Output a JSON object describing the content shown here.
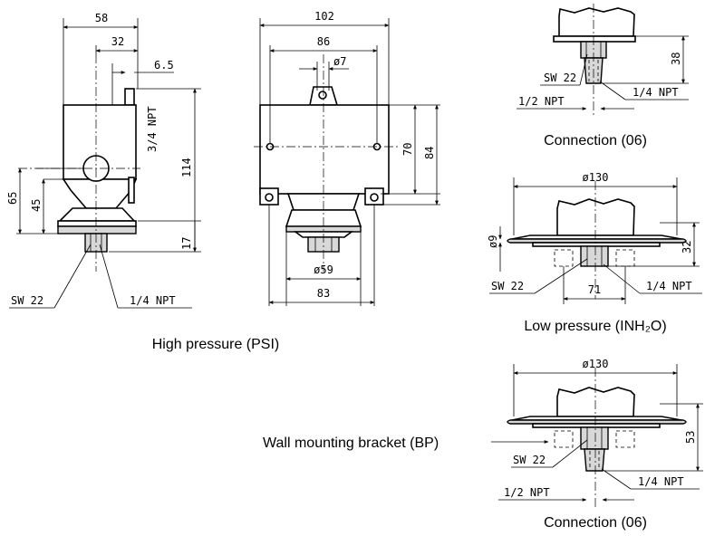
{
  "side_view": {
    "dim_58": "58",
    "dim_32": "32",
    "dim_6_5": "6.5",
    "dim_3_4_npt": "3/4 NPT",
    "dim_65": "65",
    "dim_45": "45",
    "dim_114": "114",
    "dim_17": "17",
    "sw_label": "SW 22",
    "thread_label": "1/4  NPT"
  },
  "front_view": {
    "dim_102": "102",
    "dim_86": "86",
    "dim_d7": "ø7",
    "dim_70": "70",
    "dim_84": "84",
    "dim_d59": "ø59",
    "dim_83": "83"
  },
  "caption_high": "High pressure (PSI)",
  "conn_top": {
    "dim_38": "38",
    "sw_label": "SW 22",
    "thread_small": "1/4  NPT",
    "thread_large": "1/2  NPT",
    "caption": "Connection (06)"
  },
  "low_pressure": {
    "dim_d130": "ø130",
    "dim_d9": "ø9",
    "dim_32": "32",
    "dim_71": "71",
    "sw_label": "SW 22",
    "thread_label": "1/4  NPT",
    "caption": "Low pressure (INH₂O)"
  },
  "conn_bottom": {
    "dim_d130": "ø130",
    "dim_53": "53",
    "sw_label": "SW 22",
    "thread_small": "1/4  NPT",
    "thread_large": "1/2  NPT",
    "caption": "Connection (06)"
  },
  "bracket_label": "Wall mounting bracket (BP)"
}
